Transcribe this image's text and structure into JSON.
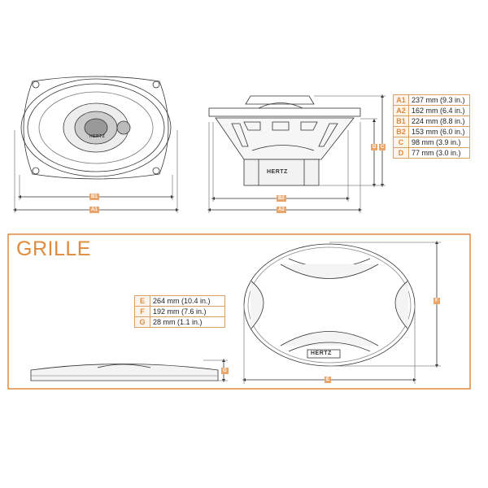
{
  "speaker": {
    "brand": "HERTZ",
    "dimensions": [
      {
        "key": "A1",
        "value": "237 mm (9.3 in.)"
      },
      {
        "key": "A2",
        "value": "162 mm (6.4 in.)"
      },
      {
        "key": "B1",
        "value": "224 mm (8.8 in.)"
      },
      {
        "key": "B2",
        "value": "153 mm (6.0 in.)"
      },
      {
        "key": "C",
        "value": "98 mm (3.9 in.)"
      },
      {
        "key": "D",
        "value": "77 mm (3.0 in.)"
      }
    ]
  },
  "grille": {
    "title": "GRILLE",
    "brand": "HERTZ",
    "dimensions": [
      {
        "key": "E",
        "value": "264 mm (10.4 in.)"
      },
      {
        "key": "F",
        "value": "192 mm (7.6 in.)"
      },
      {
        "key": "G",
        "value": "28 mm (1.1 in.)"
      }
    ]
  },
  "colors": {
    "accent": "#e08a3c",
    "line": "#333333"
  }
}
